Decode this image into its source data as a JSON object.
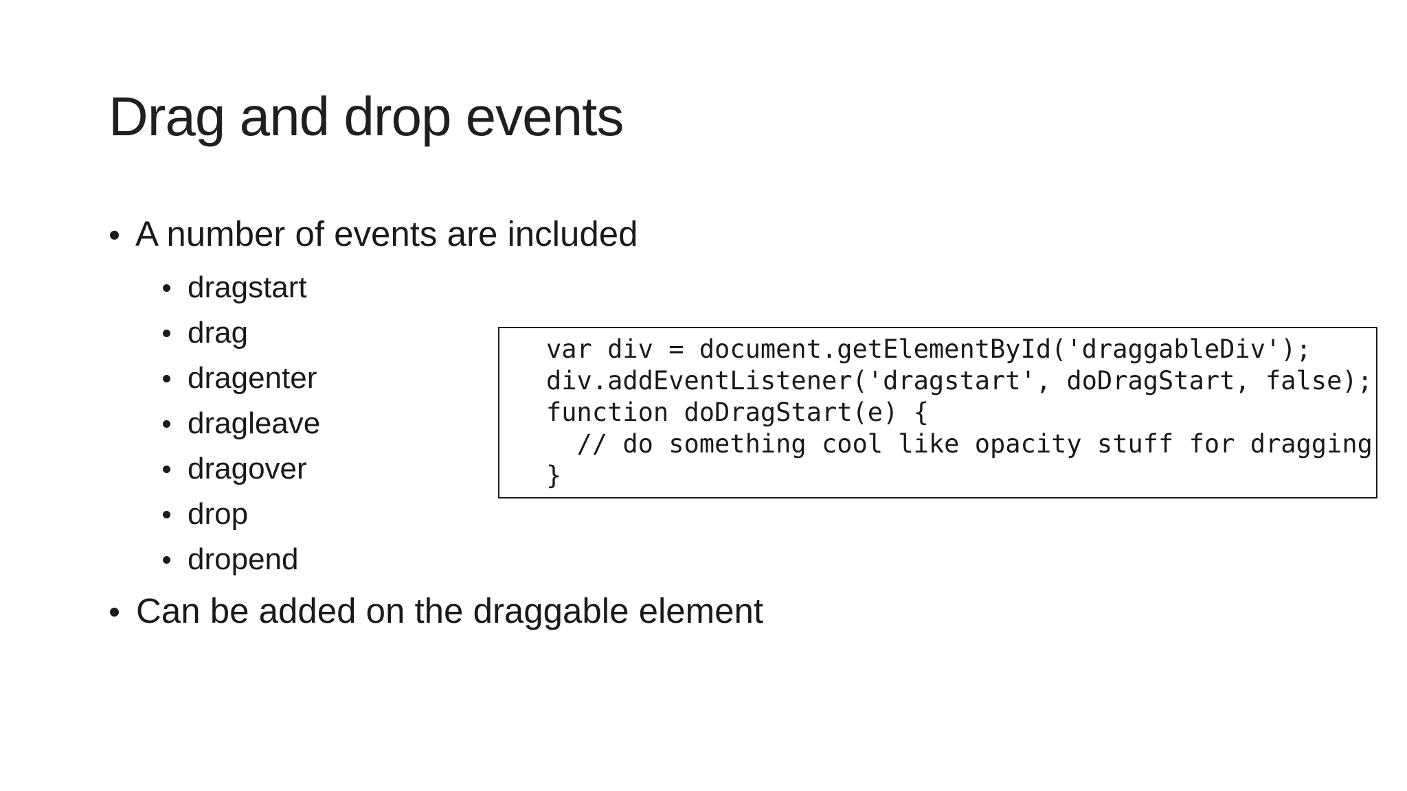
{
  "slide": {
    "title": "Drag and drop events",
    "bullets": [
      {
        "text": "A number of events are included"
      },
      {
        "text": "Can be added on the draggable element"
      }
    ],
    "events": [
      "dragstart",
      "drag",
      "dragenter",
      "dragleave",
      "dragover",
      "drop",
      "dropend"
    ],
    "code": "var div = document.getElementById('draggableDiv');\ndiv.addEventListener('dragstart', doDragStart, false);\nfunction doDragStart(e) {\n  // do something cool like opacity stuff for dragging\n}",
    "colors": {
      "text": "#1a1a1a",
      "background": "#ffffff",
      "code_border": "#1a1a1a"
    }
  }
}
